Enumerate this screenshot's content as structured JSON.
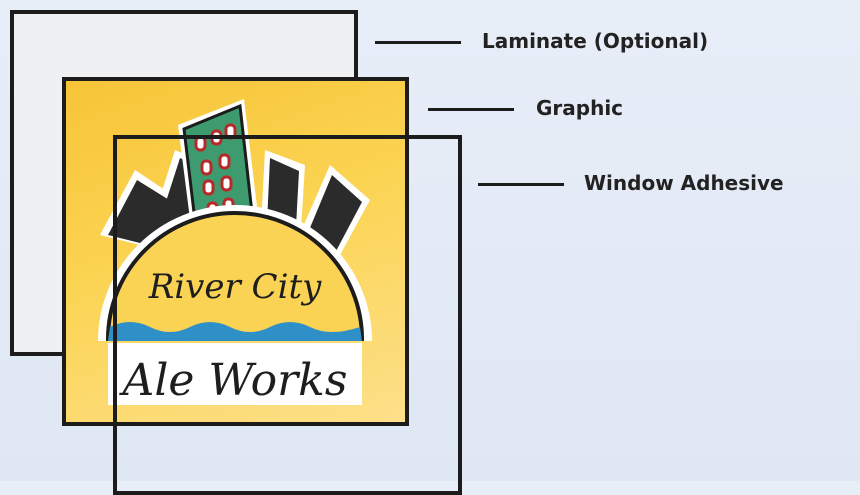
{
  "layers": {
    "laminate_label": "Laminate (Optional)",
    "graphic_label": "Graphic",
    "adhesive_label": "Window Adhesive"
  },
  "logo": {
    "line1": "River City",
    "line2": "Ale Works"
  },
  "colors": {
    "graphic_fill": "#f9cb45",
    "sun": "#fad254",
    "building": "#3e9b70",
    "skyline": "#2b2b2b",
    "water": "#2f90c8",
    "outline": "#1c1c1c"
  }
}
